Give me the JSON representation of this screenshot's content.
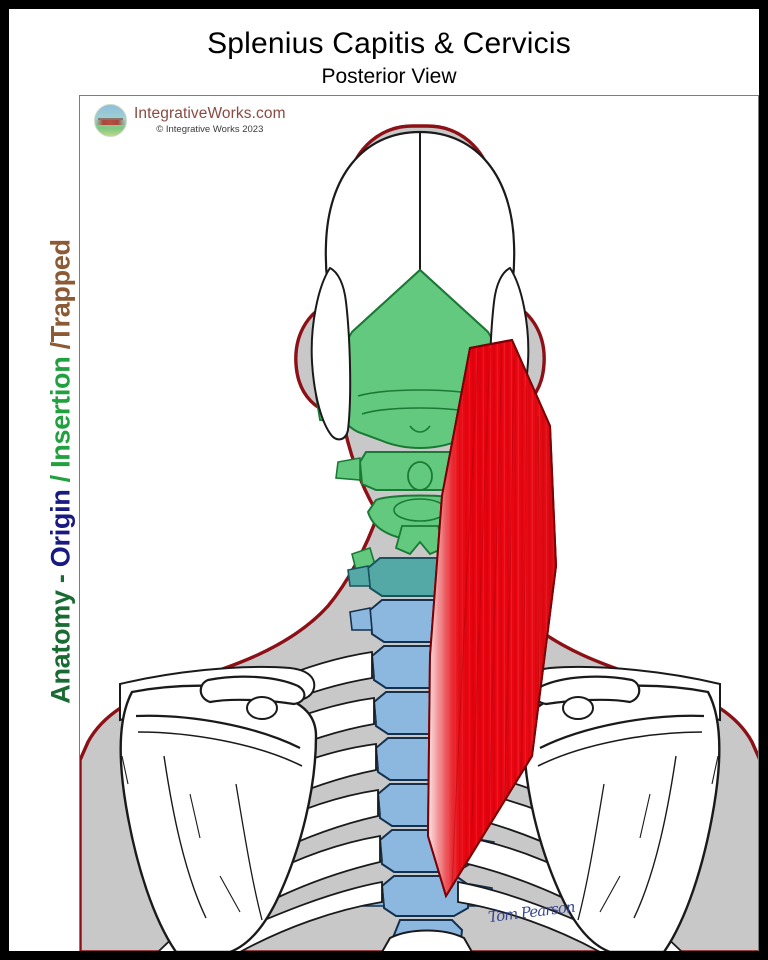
{
  "poster": {
    "main_title": "Splenius Capitis & Cervicis",
    "sub_title": "Posterior View",
    "frame_color": "#7d7d7d",
    "border_color": "#000000"
  },
  "side_label": {
    "full_text": "Anatomy - Origin / Insertion /Trapped",
    "segments": [
      {
        "text": "Anatomy - ",
        "color": "#1a6b33"
      },
      {
        "text": "Origin",
        "color": "#191982"
      },
      {
        "text": " / Insertion",
        "color": "#21a03f"
      },
      {
        "text": " /Trapped",
        "color": "#8c5a35"
      }
    ]
  },
  "watermark": {
    "domain": "IntegrativeWorks.com",
    "copyright": "© Integrative Works 2023",
    "domain_color": "#8a4a41"
  },
  "signature": {
    "text": "Tom Pearson"
  },
  "illustration": {
    "subject": "Posterior view of head, neck, cervical spine, ribcage and scapulae",
    "colors": {
      "body_outline": "#8c1016",
      "body_fill": "#c8c8c8",
      "bone_fill": "#ffffff",
      "bone_outline": "#1a1a1a",
      "occiput_green": "#62c97e",
      "vertebra_teal": "#54a9a6",
      "vertebra_blue": "#8cb8e0",
      "muscle_red": "#e8000d",
      "muscle_red_dark": "#b00008"
    },
    "structures": [
      {
        "name": "skull",
        "fill": "#ffffff",
        "label": "Occipital / parietal skull"
      },
      {
        "name": "occipital-attachment",
        "fill": "#62c97e",
        "label": "Origin on nuchal line & mastoid"
      },
      {
        "name": "upper-cervical-vertebrae",
        "fill": "#62c97e",
        "label": "C1 - C2"
      },
      {
        "name": "transition-vertebra",
        "fill": "#54a9a6",
        "label": "C3"
      },
      {
        "name": "lower-cervical-thoracic-vertebrae",
        "fill": "#8cb8e0",
        "label": "C4 - T6"
      },
      {
        "name": "splenius-muscle",
        "fill": "#e8000d",
        "label": "Splenius capitis & cervicis"
      },
      {
        "name": "left-scapula",
        "fill": "#ffffff",
        "label": "Scapula"
      },
      {
        "name": "right-scapula",
        "fill": "#ffffff",
        "label": "Scapula"
      },
      {
        "name": "ribcage",
        "fill": "#ffffff",
        "label": "Ribs"
      },
      {
        "name": "clavicle",
        "fill": "#ffffff",
        "label": "Clavicle"
      }
    ]
  }
}
